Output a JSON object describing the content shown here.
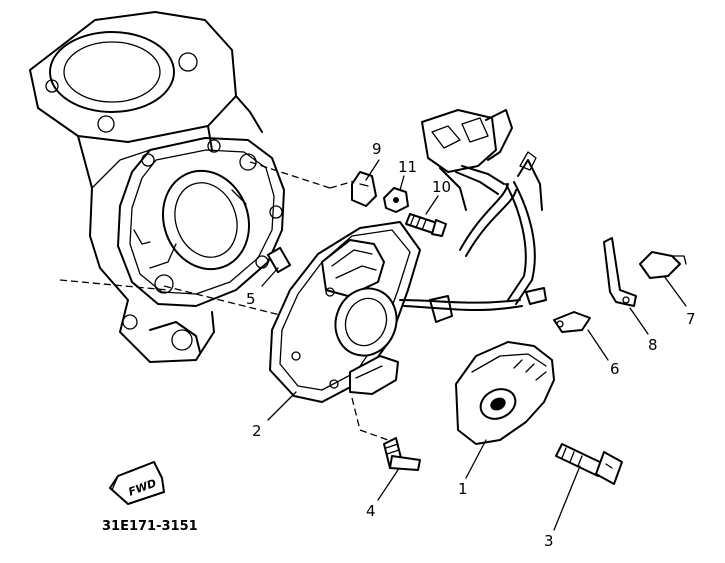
{
  "diagram": {
    "drawing_code": "31E171-3151",
    "direction_badge": "FWD",
    "callouts": [
      {
        "id": "1",
        "label": "1",
        "part": "rotor"
      },
      {
        "id": "2",
        "label": "2",
        "part": "stator-assembly"
      },
      {
        "id": "3",
        "label": "3",
        "part": "bolt"
      },
      {
        "id": "4",
        "label": "4",
        "part": "screw"
      },
      {
        "id": "5",
        "label": "5",
        "part": "pin"
      },
      {
        "id": "6",
        "label": "6",
        "part": "clamp"
      },
      {
        "id": "7",
        "label": "7",
        "part": "clamp"
      },
      {
        "id": "8",
        "label": "8",
        "part": "bracket"
      },
      {
        "id": "9",
        "label": "9",
        "part": "clip"
      },
      {
        "id": "10",
        "label": "10",
        "part": "bolt"
      },
      {
        "id": "11",
        "label": "11",
        "part": "washer"
      }
    ]
  }
}
